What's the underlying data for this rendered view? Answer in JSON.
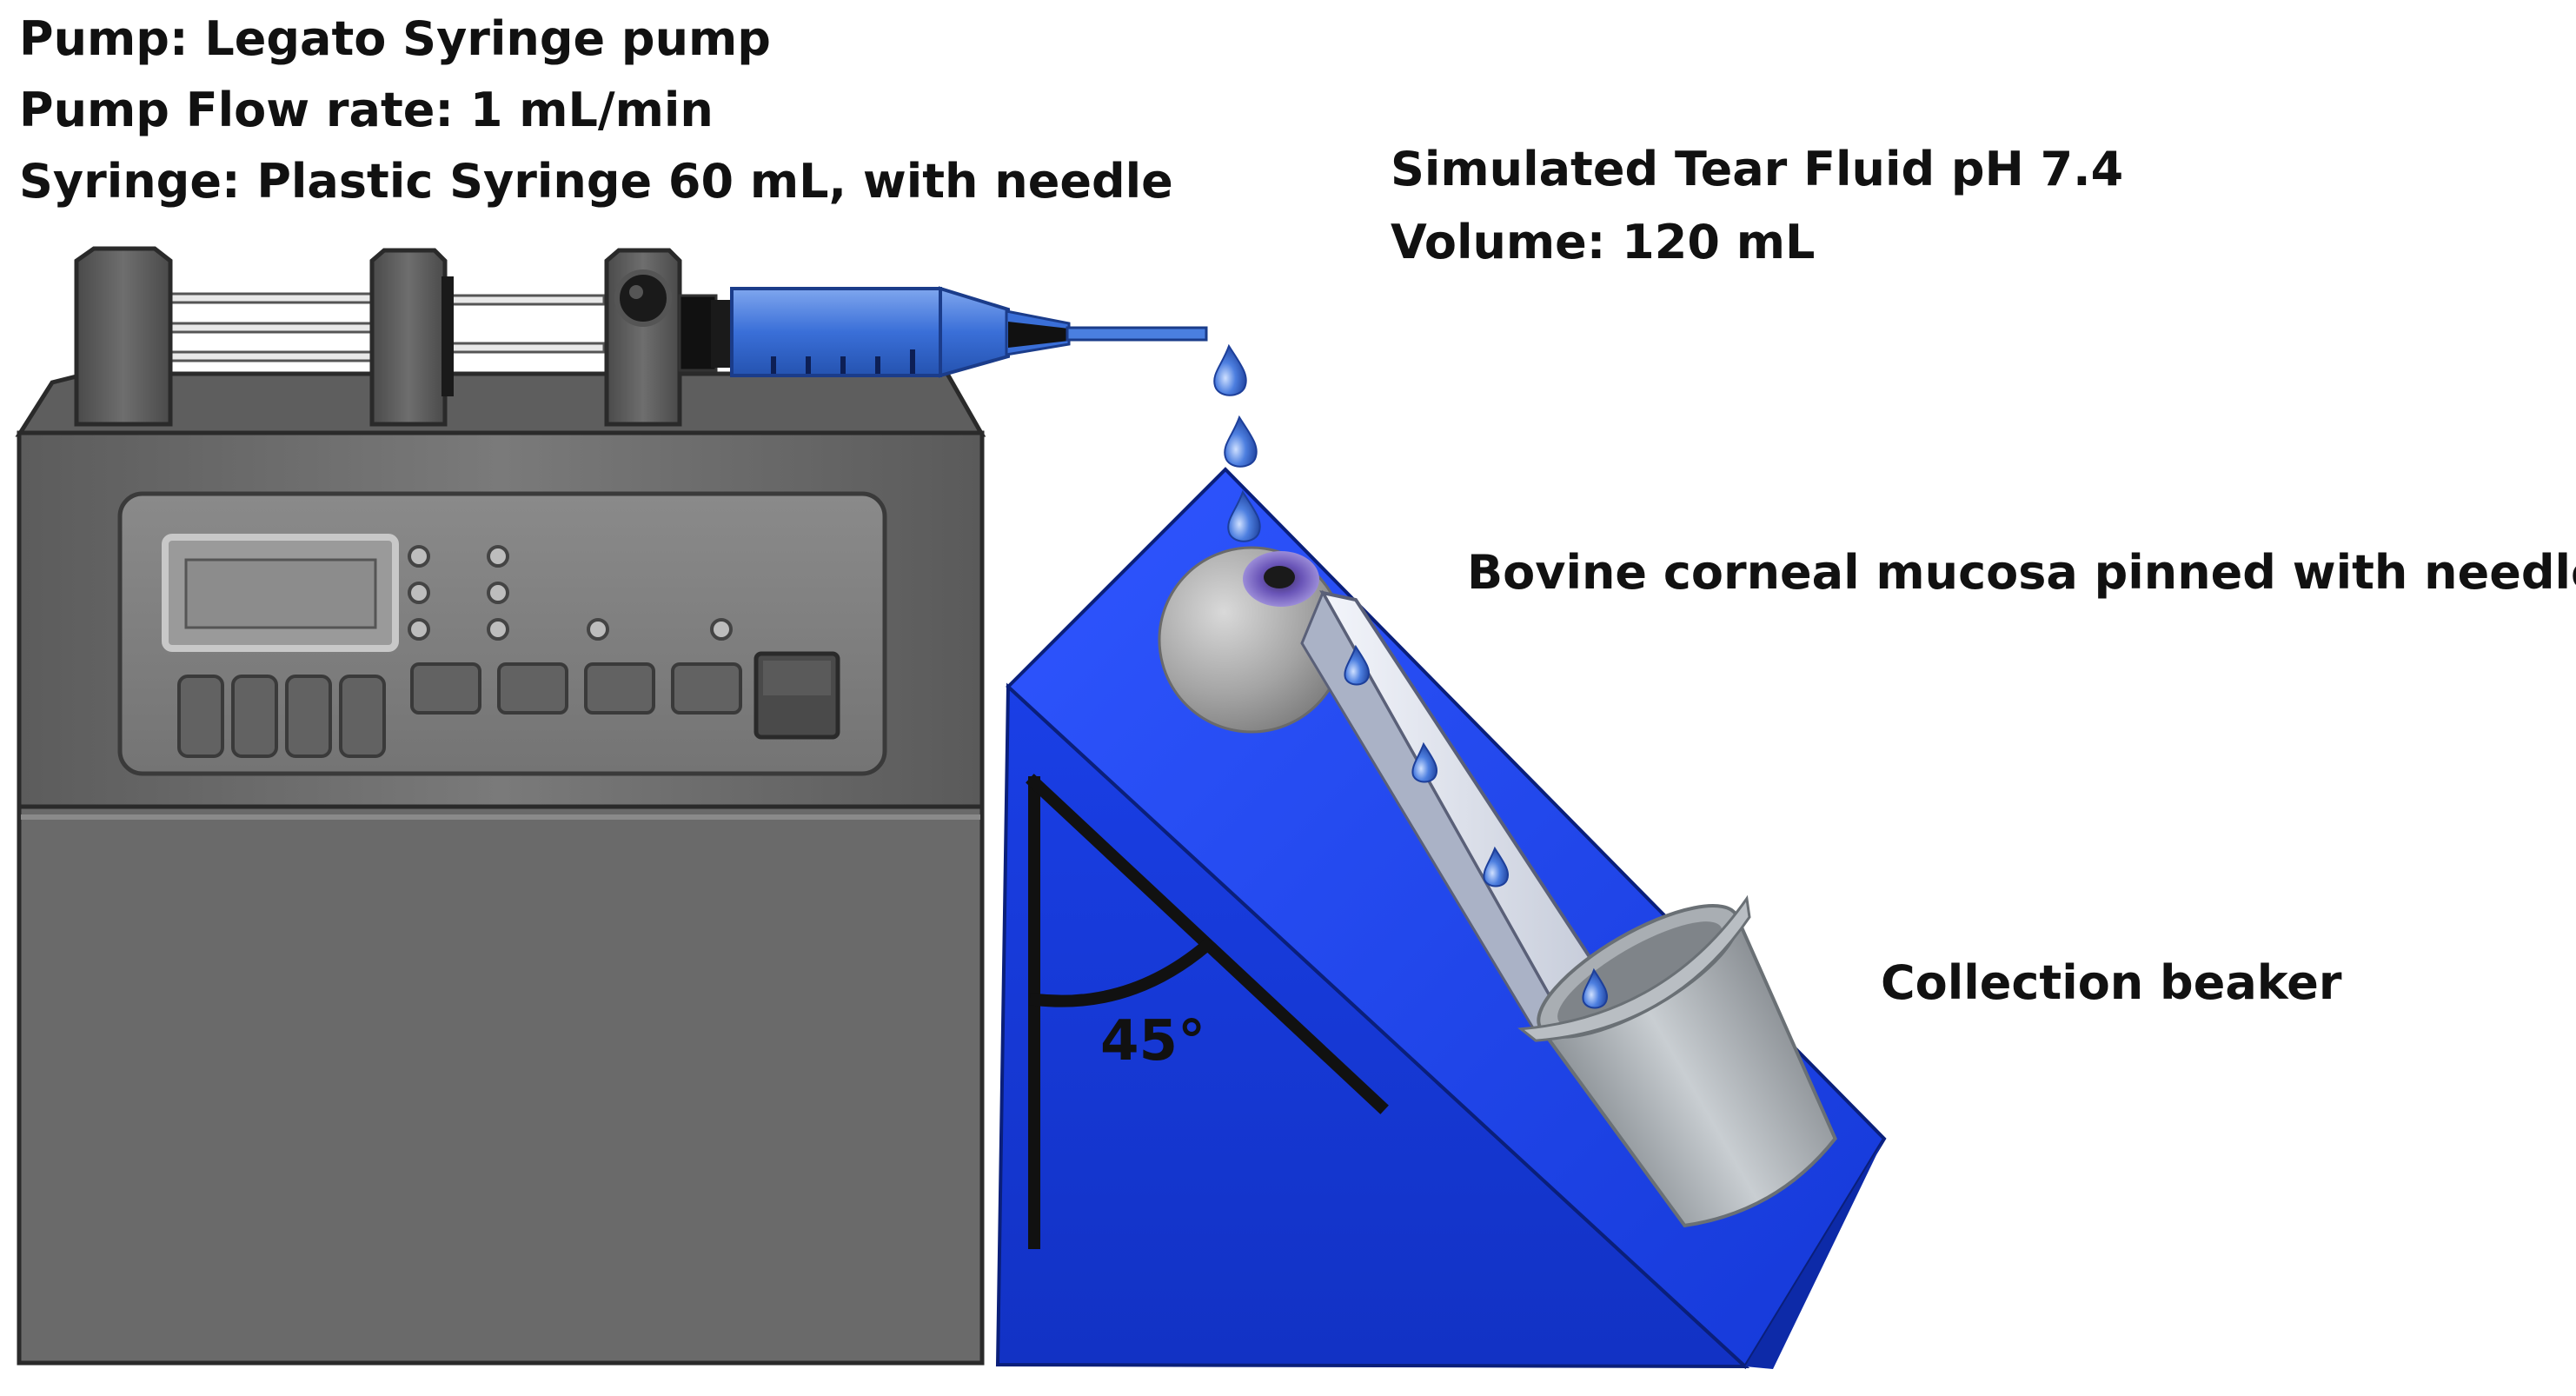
{
  "pump_info": {
    "line1": "Pump: Legato Syringe pump",
    "line2": "Pump Flow rate: 1 mL/min",
    "line3": "Syringe: Plastic Syringe 60 mL, with needle"
  },
  "fluid_info": {
    "line1": "Simulated Tear Fluid pH 7.4",
    "line2": "Volume: 120 mL"
  },
  "mucosa_label": "Bovine corneal mucosa pinned with needles",
  "beaker_label": "Collection beaker",
  "angle_label": "45°",
  "colors": {
    "wedge_blue": "#1a3fe6",
    "pump_gray": "#6b6b6b",
    "syringe_blue": "#3a6fd8",
    "strip": "#dde2ee"
  }
}
